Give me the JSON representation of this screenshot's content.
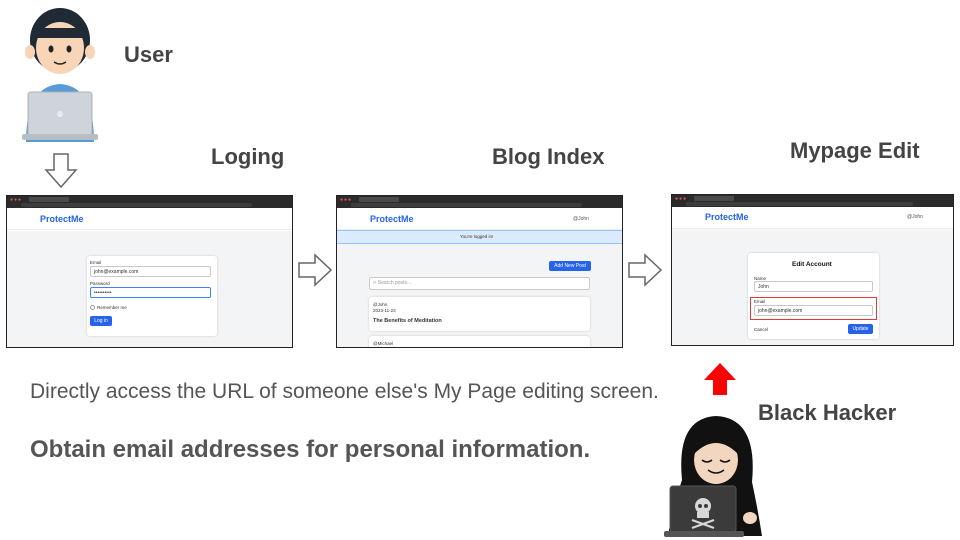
{
  "labels": {
    "user": "User",
    "login_title": "Loging",
    "blog_title": "Blog Index",
    "mypage_title": "Mypage Edit",
    "hacker": "Black Hacker"
  },
  "description": {
    "line": "Directly access the URL of someone else's My Page editing screen.",
    "bold": "Obtain email addresses for personal information."
  },
  "login_screen": {
    "brand": "ProtectMe",
    "email_label": "Email",
    "email_value": "john@example.com",
    "password_label": "Password",
    "password_value": "••••••••••",
    "remember": "Remember me",
    "button": "Log in"
  },
  "blog_screen": {
    "brand": "ProtectMe",
    "user": "@John",
    "flash": "You're logged in!",
    "add_button": "Add New Post",
    "search_placeholder": "Search posts...",
    "post_author": "@John",
    "post_date": "2023-11-23",
    "post_title": "The Benefits of Meditation",
    "post2_author": "@Michael"
  },
  "mypage_screen": {
    "brand": "ProtectMe",
    "user": "@John",
    "title": "Edit Account",
    "name_label": "Name",
    "name_value": "John",
    "email_label": "Email",
    "email_value": "john@example.com",
    "cancel": "Cancel",
    "update": "Update"
  },
  "colors": {
    "brand": "#2563eb",
    "highlight": "#e53935",
    "arrow_alert": "#ff0000",
    "flash_bg": "#dbeafe"
  }
}
